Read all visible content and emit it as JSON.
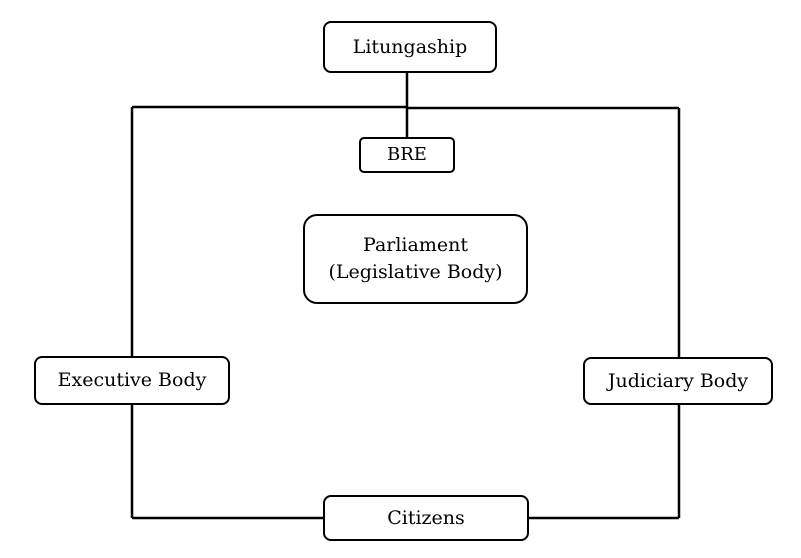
{
  "diagram": {
    "nodes": {
      "litungaship": "Litungaship",
      "bre": "BRE",
      "parliament_line1": "Parliament",
      "parliament_line2": "(Legislative Body)",
      "executive": "Executive Body",
      "judiciary": "Judiciary Body",
      "citizens": "Citizens"
    },
    "line_color": "#000000",
    "box_border_color": "#000000",
    "background": "#ffffff"
  }
}
